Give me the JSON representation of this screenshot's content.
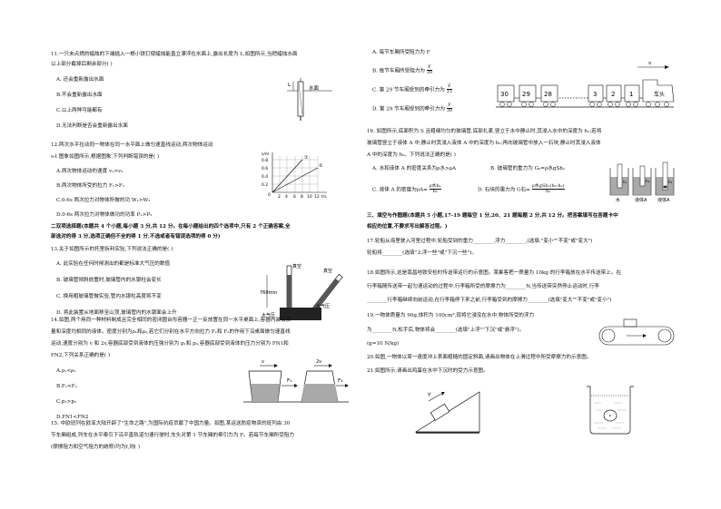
{
  "q11": {
    "stem1": "11.一只未点燃的蜡烛的下端插入一根小铁钉使蜡烛能直立漂浮在水面上,露出长度为 L,如图所示,当把蜡烛水面",
    "stem2": "以上部分截掉后剩余部分(   )",
    "options": [
      "A.  还会重新露出水面",
      "B.不会重新露出水面",
      "C.以上两种可能都有",
      "D.无法判断是否会重新露出水面"
    ],
    "fig_label_L": "L",
    "fig_label_water": "水面"
  },
  "q12": {
    "stem1": "12.两次水平拉动同一物体在同一水平面上做匀速直线运动,两次物体运动",
    "stem2": "s-t 图象如图所示,根据图象,下列判断错误的是(   )",
    "options": [
      "A.两次物体运动的速度 v₁>v₂",
      "B.两次物体所受的拉力 F₁>F₂",
      "C.0-6s 两次拉力对物体所做的功 W₁>W₂",
      "D.0-6s 两次拉力对物体做功的功率 P₁>P₂"
    ],
    "graph": {
      "ylabel": "s/m",
      "yticks": [
        "0.8",
        "0.6",
        "0.4",
        "0.2",
        "0"
      ],
      "xticks": [
        "2",
        "4",
        "6",
        "8",
        "10",
        "12"
      ],
      "xlabel": "t/s",
      "line1": "①",
      "line2": "②"
    }
  },
  "section2": {
    "line1": "二双项选择题(本题共 4 个小题,每小题 3 分,共 12 分。在每小题给出的四个选项中,只有 2 个正确答案,全",
    "line2": "部选对的得 3 分,选项正确但不全的得 1 分,不选或者有错误选项的得 0 分)"
  },
  "q13": {
    "stem": "13.关于如图所示的托里拆利实验,下列说法正确的是(   )",
    "options": [
      "A.  此实验在任何时候测出的都是标准大气压的数值",
      "B.  玻璃管倾斜放置时,玻璃管内的水银柱会变长",
      "C.  换用粗玻璃管做实验,管内水银柱高度将不变",
      "D.  将此装置从地面移至山顶,玻璃管内的水银面会上升"
    ],
    "fig": {
      "vacuum1": "真空",
      "vacuum2": "真空",
      "height": "760mm",
      "atm1": "大气压",
      "atm2": "大气压"
    }
  },
  "q14": {
    "lines": [
      "14.如图,两个用同一种材料制成且完全相同的密闭圆台形容器一正一反放置在同一水平桌面上,容器内装有质",
      "量和深度均相同的液体。密度分别为ρ₁和ρ₂,若它们分别在水平方向拉力 F₁和 F₂的作用下沿桌面做匀速直线",
      "运动,速度分别为 v 和 2v,容器底部受到液体的压强分别为 p₁和 p₂,容器底部受到液体的压力分别为 FN1和",
      "FN2,下列关系正确的是(   )"
    ],
    "options": [
      "A.ρ₁<ρ₂",
      "B.F₁<F₂",
      "C.p₁>p₂",
      "D.FN1<FN2"
    ],
    "fig": {
      "v1": "v",
      "v2": "2v",
      "f1": "F₁",
      "f2": "F₂"
    }
  },
  "q15": {
    "lines": [
      "15.  中欧班列在欧亚大陆开辟了\"生命之路\",为国际抗疫贡献了中国力量。如图,某运送防疫物资的班列由 30",
      "节车厢组成,列车在水平牵引下沿平直轨道匀速行驶时,车头对第 1 节车厢的牵引力为 F。若每节车厢所受阻力",
      "(摩擦阻力和空气阻力的统称)均为f,则(   )"
    ]
  },
  "q15_options": {
    "A": "A.  每节车厢所受阻力为 F",
    "B_pre": "B.  每节车厢所受阻力为",
    "B_num": "F",
    "B_den": "30",
    "C_pre": "C.  第 29 节车厢受到的牵引力为",
    "C_num": "F",
    "C_den": "15",
    "D_pre": "D.  第 29 节车厢受到的牵引力为",
    "D_num": "F",
    "D_den": "30",
    "train": {
      "cars": [
        "30",
        "29",
        "28",
        "3",
        "2",
        "1"
      ],
      "head": "车头",
      "v": "v"
    }
  },
  "q16": {
    "lines": [
      "16.  如图所示,底面积为 S 且粗细均匀的玻璃管,底部扎紧,竖立于水中静止时,其浸入水中的深度为 h₁;若将",
      "玻璃管竖立于液体 A 中,静止时其浸入液体 A 中的深度为 h₂;再向玻璃管中放入一石块,静止时其浸入液体",
      "A 中的深度为 h₃。下列说法正确的是(   )"
    ],
    "optA": "A.  水和液体 A 的密度关系为ρ水>ρA",
    "optB": "B.  玻璃管的重力为 G₀=ρ水gSh₁",
    "optC_pre": "C.  液体 A 的密度为ρA=",
    "optC_num": "ρ水h₁",
    "optC_den": "h₂",
    "optD_pre": "D.  石块的重力为 G石=",
    "optD_num": "ρ水gSh₁(h₃-h₂)",
    "optD_den": "h₂",
    "fig": {
      "water": "水",
      "liquidA1": "液体A",
      "liquidA2": "液体A",
      "h1": "h₁",
      "h2": "h₂",
      "h3": "h₃"
    }
  },
  "section3": {
    "line1": "三、填空与作图题(本题共 5 小题,17-19 题每空 1 分,20、21 题每题 2 分,共 12 分。把答案填写在答题卡中",
    "line2": "相应的位置,不要求写出解答过程。)"
  },
  "q17": {
    "line1": "17.轮船从海里驶入河里过程中,轮船受到的重力________,浮力________,(选填:\"变小\"\"不变\"或\"变大\")",
    "line2": "轮船将________(选填\"上浮一些\"或\"下沉一些\")。"
  },
  "q18": {
    "lines": [
      "18.如图所示,这是南昌地铁安检时传送带运行的示意图。某乘客把一质量为 10kg 的行李箱放在水平传送带上。在",
      "行李箱随传送带一起匀速运动的过程中,行李箱所受的摩擦力为________N,当传送带突然停止运动时,行李",
      "________行李箱继续向前运动,在行李箱停下来之前,行李箱受到的摩擦力________(选填\"变大\"\"不变\"或\"变小\")"
    ]
  },
  "q19": {
    "lines": [
      "19.一物体质量为 90g,体积为 100cm³,现将它浸没在水中,物体所受的浮力",
      "为________N,松手后,物体将会________(选填\"上浮\"\"下沉\"或\"悬浮\")。",
      "(g=10 N/kg)"
    ]
  },
  "q20": {
    "line": "20.如图,一物体以某一速度冲上表面粗糙的固定斜面,请画出物体在上滑过程中所受摩擦力的示意图。",
    "fig_v": "v"
  },
  "q21": {
    "line": "21.如图所示,请画出鸡蛋在水中下沉时的受力示意图。"
  },
  "colors": {
    "water": "#a9a9a9",
    "ink": "#111111"
  }
}
